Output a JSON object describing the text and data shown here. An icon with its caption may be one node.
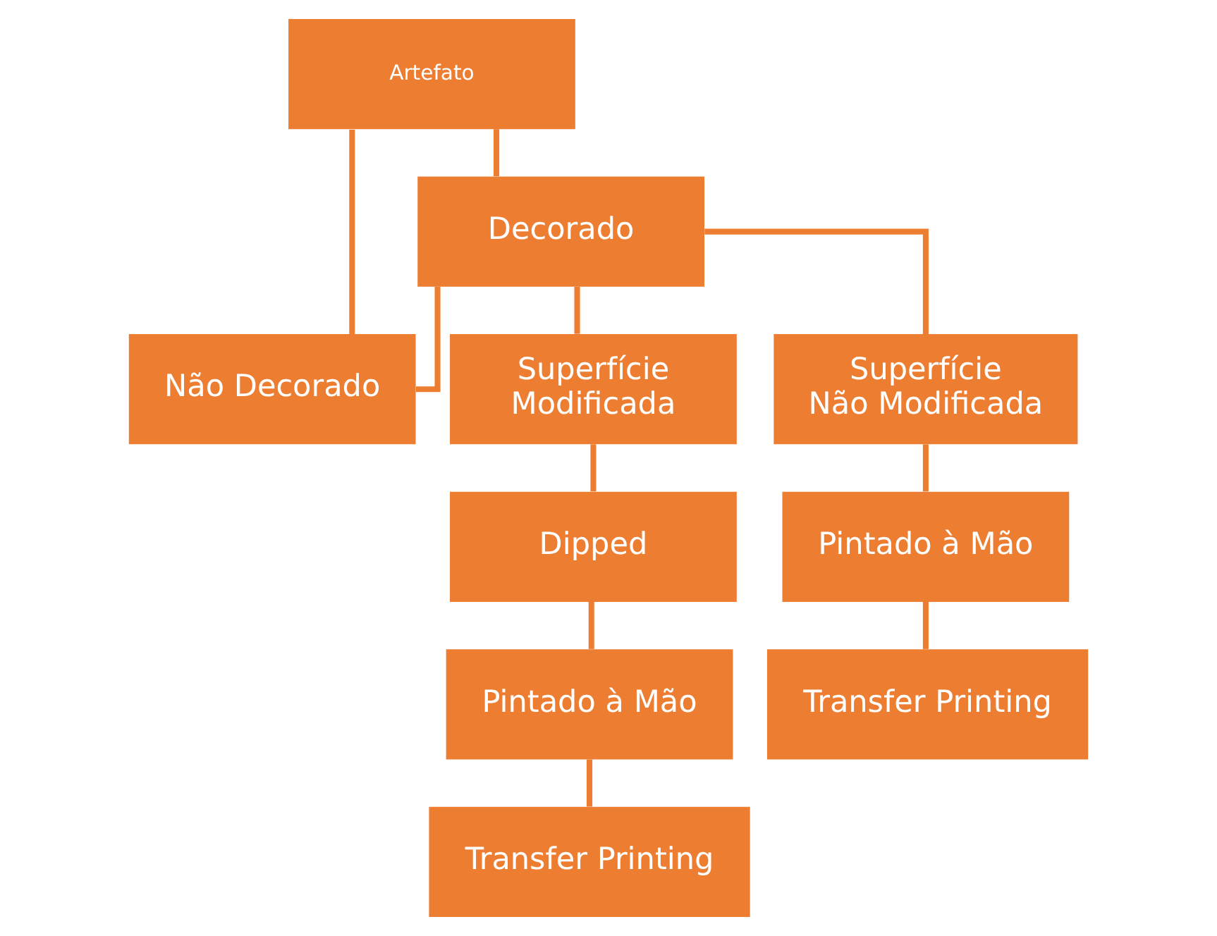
{
  "diagram": {
    "nodes": [
      {
        "text": [
          "Artefato"
        ]
      },
      {
        "text": [
          "Decorado"
        ]
      },
      {
        "text": [
          "Não Decorado"
        ]
      },
      {
        "text": [
          "Superfície Modificada"
        ]
      },
      {
        "text": [
          "Superfície Não Modificada"
        ]
      },
      {
        "text": [
          "Dipped"
        ]
      },
      {
        "text": [
          "Pintado à Mão"
        ]
      },
      {
        "text": [
          "Transfer Printing"
        ]
      },
      {
        "text": [
          "Pintado à Mão"
        ]
      },
      {
        "text": [
          "Transfer Printing"
        ]
      }
    ],
    "edges": [
      {
        "from": 0,
        "to": 1,
        "arrow": "none"
      },
      {
        "from": 0,
        "to": 2,
        "arrow": "none"
      },
      {
        "from": 1,
        "to": 2,
        "arrow": "none"
      },
      {
        "from": 1,
        "to": 3,
        "arrow": "none"
      },
      {
        "from": 1,
        "to": 4,
        "arrow": "none"
      },
      {
        "from": 3,
        "to": 5,
        "arrow": "none"
      },
      {
        "from": 5,
        "to": 6,
        "arrow": "none"
      },
      {
        "from": 6,
        "to": 7,
        "arrow": "none"
      },
      {
        "from": 4,
        "to": 8,
        "arrow": "none"
      },
      {
        "from": 8,
        "to": 9,
        "arrow": "none"
      }
    ]
  }
}
